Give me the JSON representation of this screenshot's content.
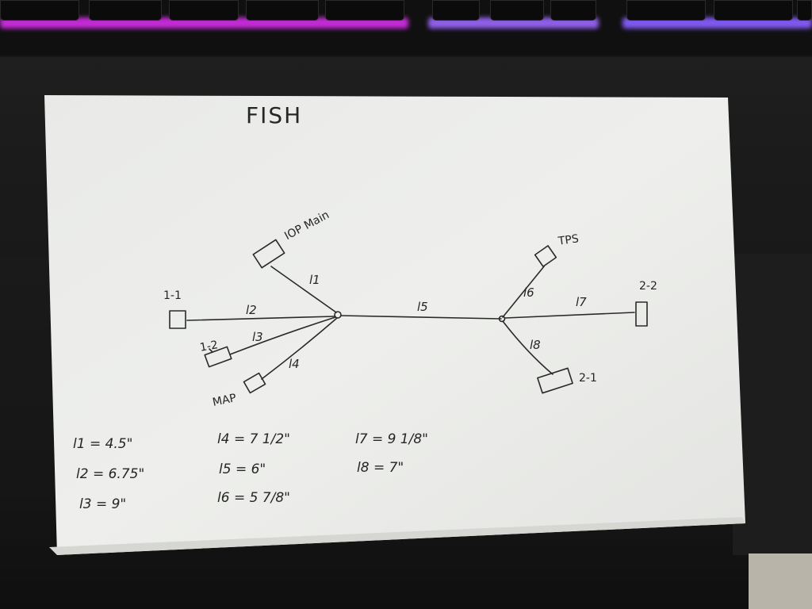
{
  "title": "FISH",
  "nodes": {
    "n_1_1": "1-1",
    "n_1_2": "1-2",
    "n_map": "MAP",
    "n_iop": "IOP Main",
    "n_tps": "TPS",
    "n_2_2": "2-2",
    "n_2_1": "2-1"
  },
  "branch_labels": {
    "l1": "l1",
    "l2": "l2",
    "l3": "l3",
    "l4": "l4",
    "l5": "l5",
    "l6": "l6",
    "l7": "l7",
    "l8": "l8"
  },
  "lengths": [
    "l1 = 4.5\"",
    "l2 = 6.75\"",
    "l3 = 9\"",
    "l4 = 7 1/2\"",
    "l5 = 6\"",
    "l6 = 5 7/8\"",
    "l7 = 9 1/8\"",
    "l8 = 7\""
  ]
}
